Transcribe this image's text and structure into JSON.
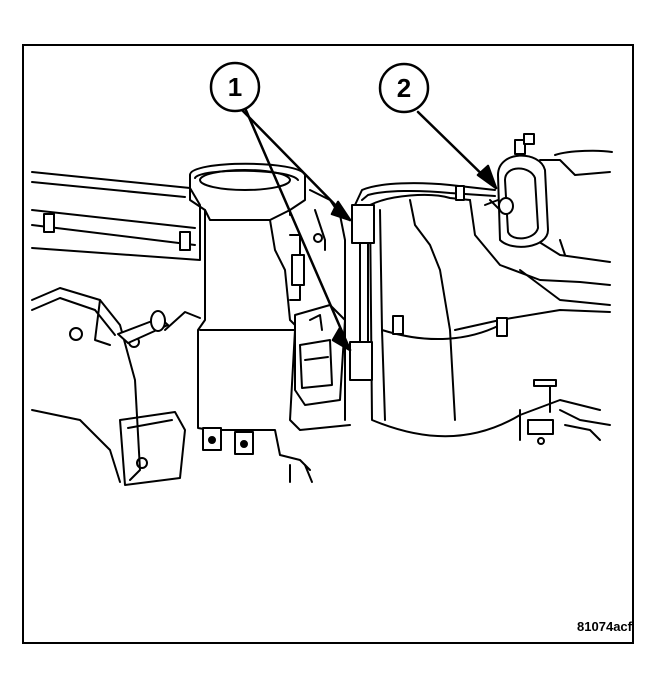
{
  "figure": {
    "callouts": [
      {
        "label": "1"
      },
      {
        "label": "2"
      }
    ],
    "figure_code": "81074acf"
  }
}
